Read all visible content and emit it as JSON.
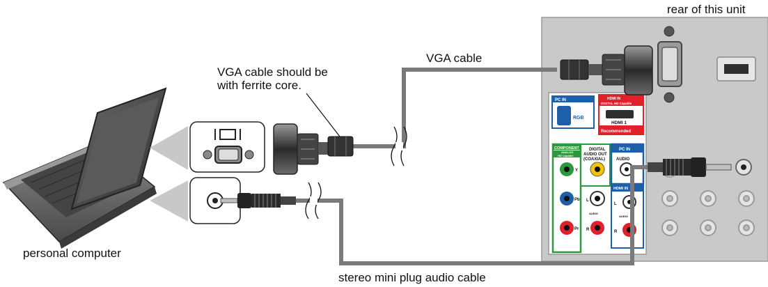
{
  "labels": {
    "rear_unit": "rear of this unit",
    "vga_cable": "VGA cable",
    "ferrite_note_line1": "VGA cable should be",
    "ferrite_note_line2": "with ferrite core.",
    "personal_computer": "personal computer",
    "audio_cable": "stereo mini plug audio cable"
  },
  "panel": {
    "pc_in_header": "PC IN",
    "rgb": "RGB",
    "hdmi_top_line1": "HDMI IN",
    "hdmi_top_line2": "DIGITAL HD Capable",
    "hdmi1": "HDMI 1",
    "recommended": "Recommended",
    "component_header": "COMPONENT",
    "component_sub1": "ANALOG",
    "component_sub2": "HD Capable",
    "y": "Y",
    "pb": "Pb",
    "pr": "Pr",
    "digital_audio_line1": "DIGITAL",
    "digital_audio_line2": "AUDIO OUT",
    "digital_audio_line3": "(COAXIAL)",
    "pc_in_audio_header": "PC IN",
    "audio": "AUDIO",
    "hdmi_in_lower": "HDMI IN",
    "l": "L",
    "r": "R",
    "audio_small": "AUDIO"
  },
  "colors": {
    "cable": "#7a7a7a",
    "panel_bg": "#c9c9c9",
    "red_accent": "#e0202a",
    "blue_accent": "#1d5fa8",
    "green_accent": "#2a9a3a",
    "yellow_jack": "#f5c400",
    "arrow_gray": "#c8c8c8"
  }
}
